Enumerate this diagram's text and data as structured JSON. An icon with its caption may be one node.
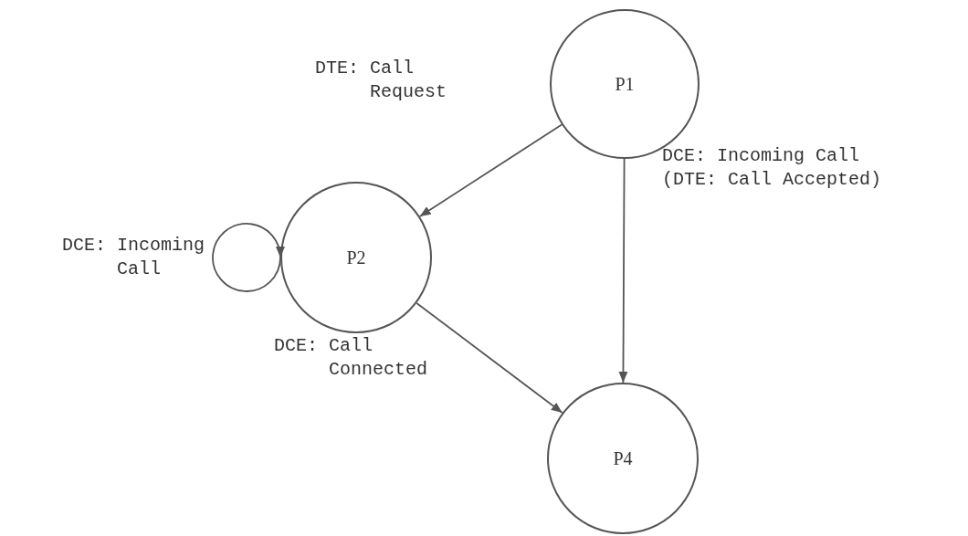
{
  "diagram": {
    "nodes": [
      {
        "text": [
          "P1"
        ]
      },
      {
        "text": [
          "P2"
        ]
      },
      {
        "text": [
          "P4"
        ]
      }
    ],
    "edges": [
      {
        "from": 0,
        "to": 1,
        "arrow": "to",
        "label": "DTE: Call Request"
      },
      {
        "from": 0,
        "to": 2,
        "arrow": "to",
        "label": "DCE: Incoming Call (DTE: Call Accepted)"
      },
      {
        "from": 1,
        "to": 2,
        "arrow": "to",
        "label": "DCE: Call Connected"
      },
      {
        "from": 1,
        "to": 1,
        "arrow": "to",
        "label": "DCE: Incoming Call"
      }
    ]
  }
}
